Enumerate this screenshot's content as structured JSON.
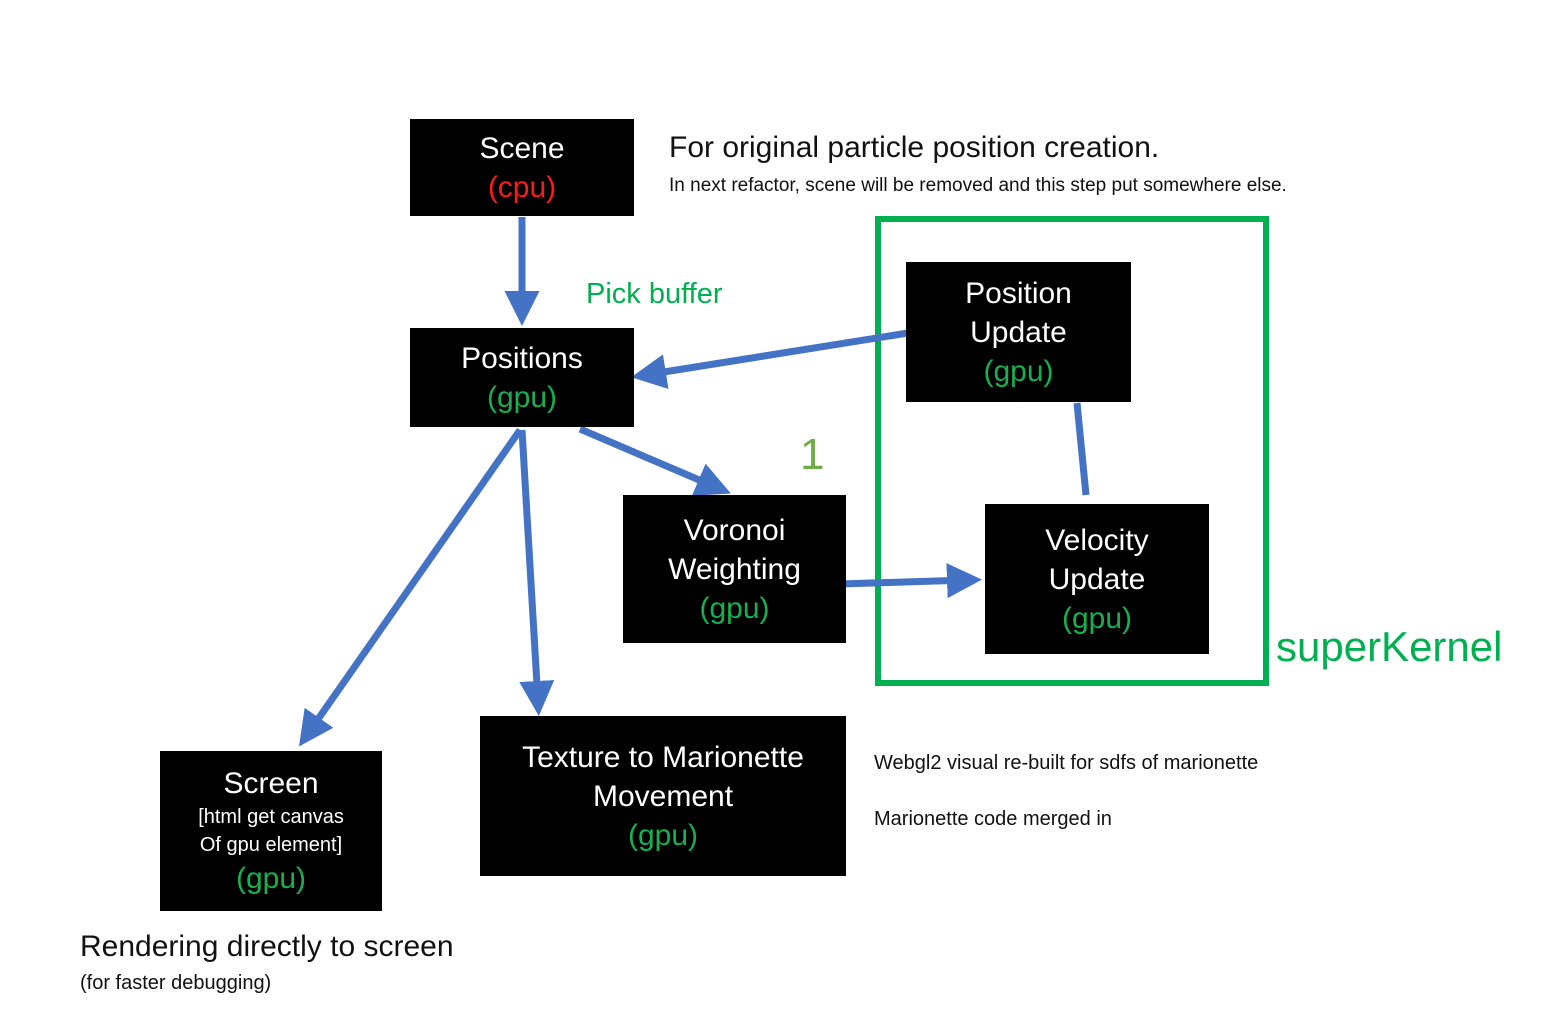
{
  "colors": {
    "node_bg": "#000000",
    "node_text": "#ffffff",
    "cpu_tag": "#ff1a1a",
    "gpu_tag": "#16b050",
    "arrow": "#4472c4",
    "group_border": "#00b050",
    "annotation_green": "#00b050",
    "step_number": "#70ad47",
    "text_dark": "#111111"
  },
  "nodes": {
    "scene": {
      "title": "Scene",
      "tag": "(cpu)"
    },
    "positions": {
      "title": "Positions",
      "tag": "(gpu)"
    },
    "position_update": {
      "title_line1": "Position",
      "title_line2": "Update",
      "tag": "(gpu)"
    },
    "velocity_update": {
      "title_line1": "Velocity",
      "title_line2": "Update",
      "tag": "(gpu)"
    },
    "voronoi": {
      "title_line1": "Voronoi",
      "title_line2": "Weighting",
      "tag": "(gpu)"
    },
    "screen": {
      "title": "Screen",
      "sub_line1": "[html  get canvas",
      "sub_line2": "Of gpu element]",
      "tag": "(gpu)"
    },
    "texture": {
      "title_line1": "Texture to Marionette",
      "title_line2": "Movement",
      "tag": "(gpu)"
    }
  },
  "annotations": {
    "scene_heading": "For original particle position creation.",
    "scene_note": "In next refactor, scene will be removed  and this step put somewhere else.",
    "pick_buffer": "Pick buffer",
    "step_number": "1",
    "group_label": "superKernel",
    "webgl_note": "Webgl2 visual re-built for sdfs of marionette",
    "marionette_note": "Marionette  code merged in",
    "render_heading": "Rendering directly to screen",
    "render_note": "(for faster debugging)"
  },
  "edges": [
    {
      "from": "scene",
      "to": "positions",
      "directed": true
    },
    {
      "from": "position_update",
      "to": "positions",
      "directed": true
    },
    {
      "from": "positions",
      "to": "voronoi",
      "directed": true
    },
    {
      "from": "positions",
      "to": "screen",
      "directed": true
    },
    {
      "from": "positions",
      "to": "texture",
      "directed": true
    },
    {
      "from": "voronoi",
      "to": "velocity_update",
      "directed": true
    },
    {
      "from": "position_update",
      "to": "velocity_update",
      "directed": false
    }
  ]
}
